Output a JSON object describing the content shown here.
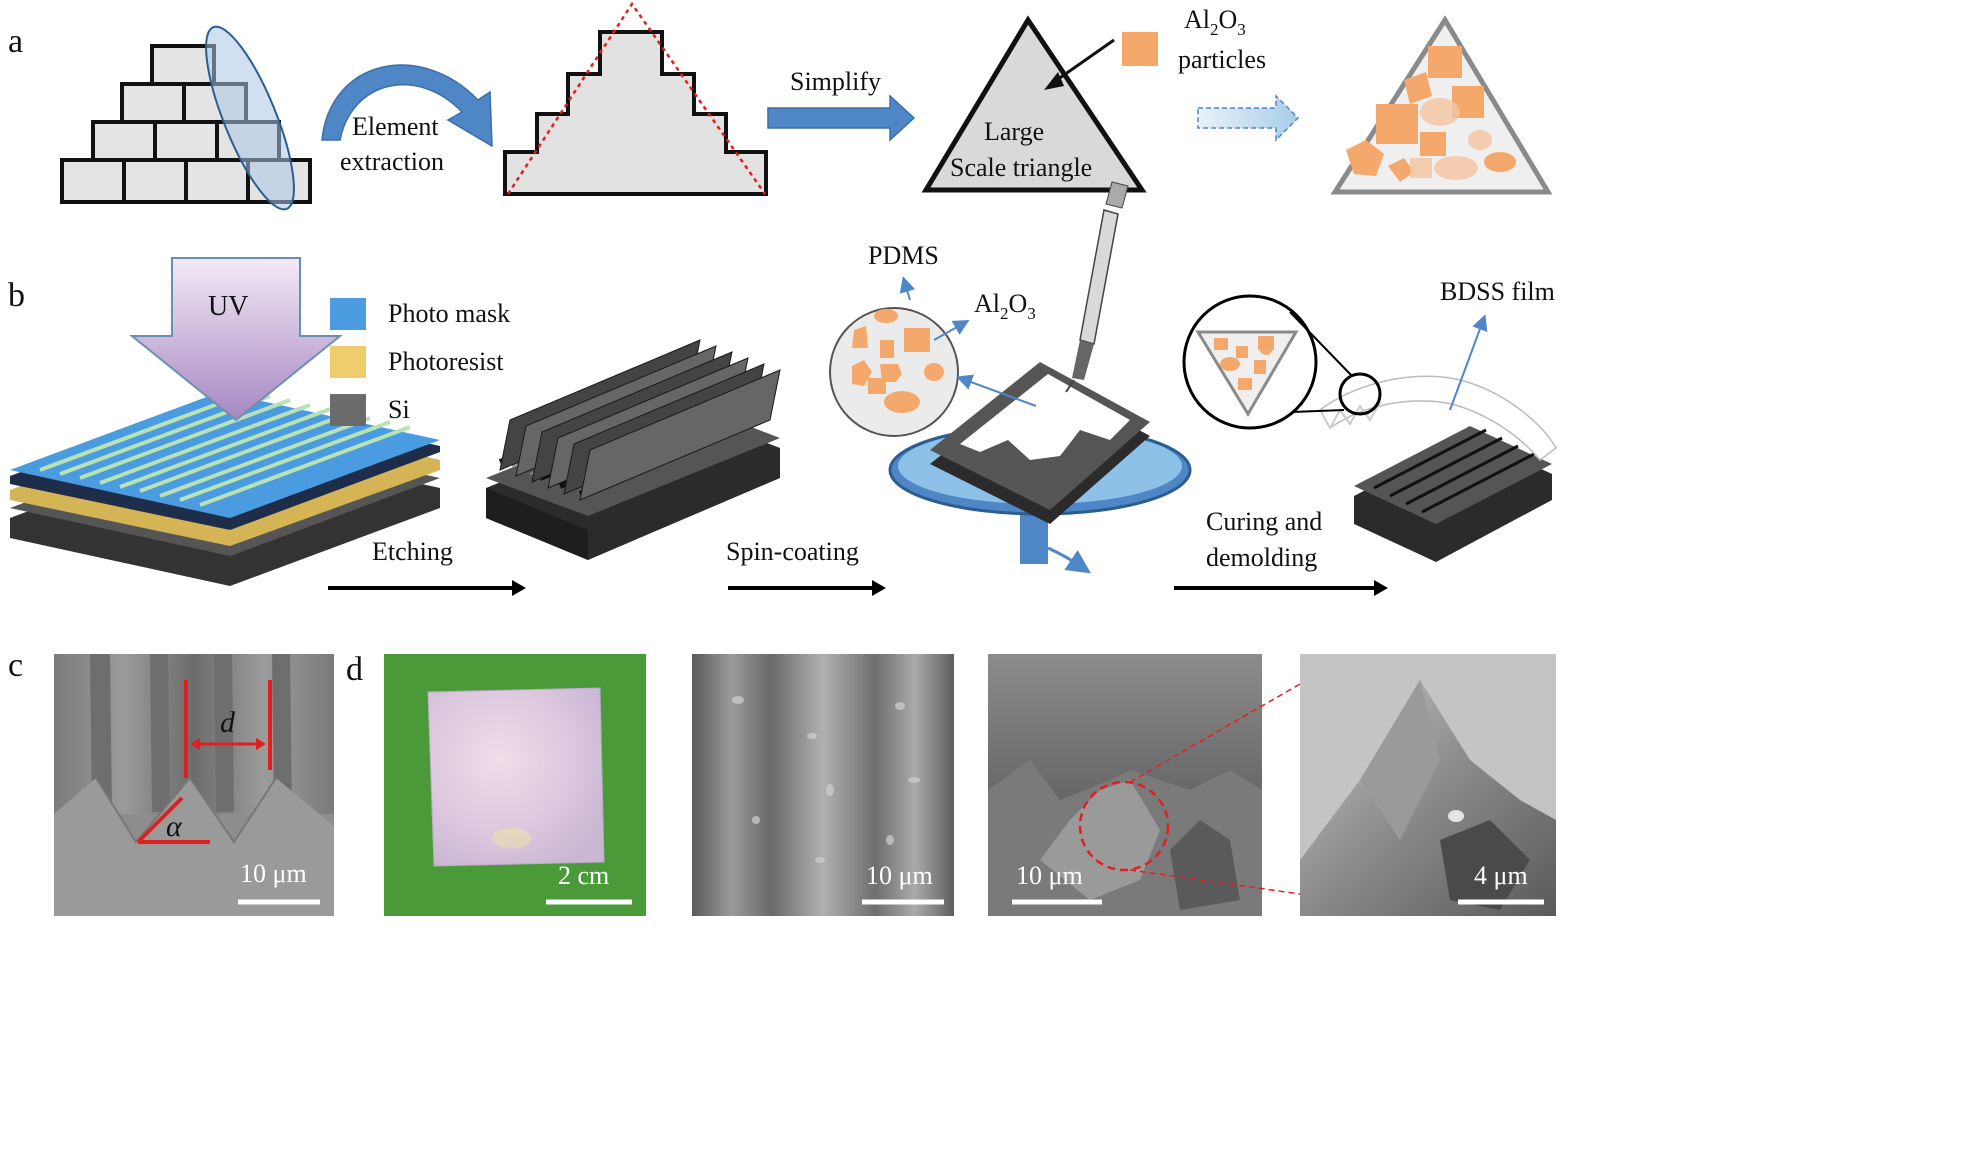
{
  "panels": {
    "a": {
      "letter": "a",
      "arrow1_label_line1": "Element",
      "arrow1_label_line2": "extraction",
      "arrow2_label": "Simplify",
      "triangle_line1": "Large",
      "triangle_line2": "Scale triangle",
      "particles_label_main": "Al",
      "particles_sub1": "2",
      "particles_mid": "O",
      "particles_sub2": "3",
      "particles_label_line2": "particles"
    },
    "b": {
      "letter": "b",
      "uv_label": "UV",
      "legend": [
        {
          "label": "Photo mask",
          "color": "#4a9be0"
        },
        {
          "label": "Photoresist",
          "color": "#efcc6c"
        },
        {
          "label": "Si",
          "color": "#6b6b6b"
        }
      ],
      "step1": "Etching",
      "step2": "Spin-coating",
      "step3_line1": "Curing and",
      "step3_line2": "demolding",
      "pdms_label": "PDMS",
      "al2o3_main": "Al",
      "al2o3_sub1": "2",
      "al2o3_mid": "O",
      "al2o3_sub2": "3",
      "film_label": "BDSS film"
    },
    "c": {
      "letter": "c",
      "d_label": "d",
      "alpha_label": "α",
      "scale": "10 μm"
    },
    "d": {
      "letter": "d",
      "scales": [
        "2 cm",
        "10 μm",
        "10 μm",
        "4 μm"
      ]
    }
  },
  "colors": {
    "arrow_blue": "#4f86c6",
    "particle_orange": "#f4a86c",
    "sem_gray": "#8a8a8a",
    "green_bg": "#4a9a3a",
    "red": "#e02020"
  }
}
